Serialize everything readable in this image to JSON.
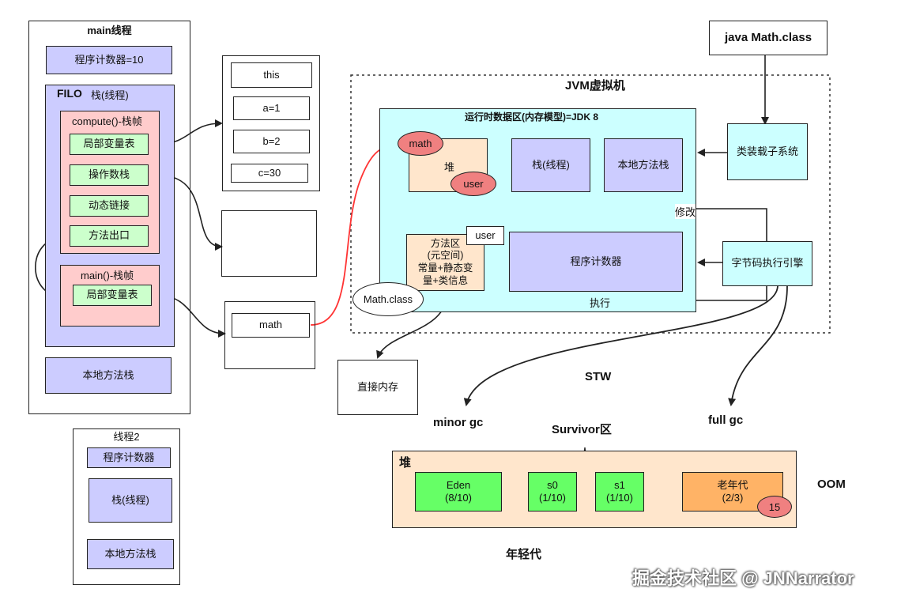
{
  "main_thread": {
    "title": "main线程",
    "pc": "程序计数器=10",
    "filo": "FILO",
    "stack": "栈(线程)",
    "compute_frame": "compute()-栈帧",
    "local_vars": "局部变量表",
    "operand_stack": "操作数栈",
    "dynamic_link": "动态链接",
    "method_exit": "方法出口",
    "main_frame": "main()-栈帧",
    "main_local_vars": "局部变量表",
    "native_stack": "本地方法栈"
  },
  "vars": {
    "this": "this",
    "a": "a=1",
    "b": "b=2",
    "c": "c=30",
    "math": "math"
  },
  "thread2": {
    "title": "线程2",
    "pc": "程序计数器",
    "stack": "栈(线程)",
    "native": "本地方法栈"
  },
  "direct_memory": "直接内存",
  "jvm": {
    "title": "JVM虚拟机",
    "runtime": "运行时数据区(内存模型)=JDK 8",
    "heap": "堆",
    "math_obj": "math",
    "user_obj": "user",
    "stack": "栈(线程)",
    "native": "本地方法栈",
    "method_area": "方法区\n(元空间)\n常量+静态变\n量+类信息",
    "user_tag": "user",
    "pc": "程序计数器",
    "math_class": "Math.class",
    "classloader": "类装载子系统",
    "exec_engine": "字节码执行引擎",
    "modify": "修改",
    "execute": "执行"
  },
  "java_cmd": "java Math.class",
  "gc": {
    "stw": "STW",
    "minor": "minor gc",
    "full": "full gc",
    "survivor": "Survivor区",
    "heap": "堆",
    "eden": "Eden\n(8/10)",
    "s0": "s0\n(1/10)",
    "s1": "s1\n(1/10)",
    "old": "老年代\n(2/3)",
    "age": "15",
    "young": "年轻代",
    "oom": "OOM"
  },
  "watermark": "掘金技术社区 @ JNNarrator"
}
